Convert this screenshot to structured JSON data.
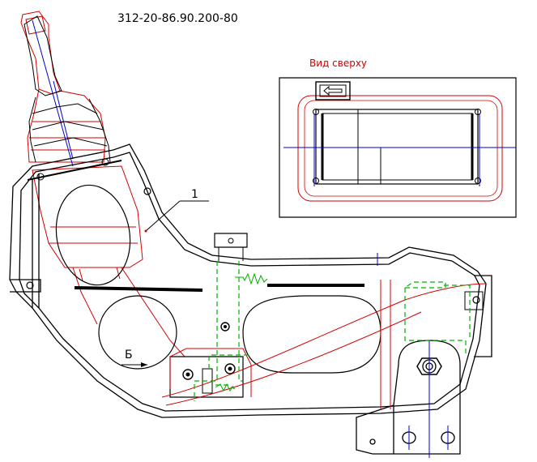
{
  "drawing": {
    "part_number": "312-20-86.90.200-80",
    "top_view_label": "Вид сверху",
    "callout_number": "1",
    "section_label": "Б"
  },
  "colors": {
    "outline": "#000000",
    "red": "#d40000",
    "green": "#00b000",
    "blue": "#0000cc"
  }
}
